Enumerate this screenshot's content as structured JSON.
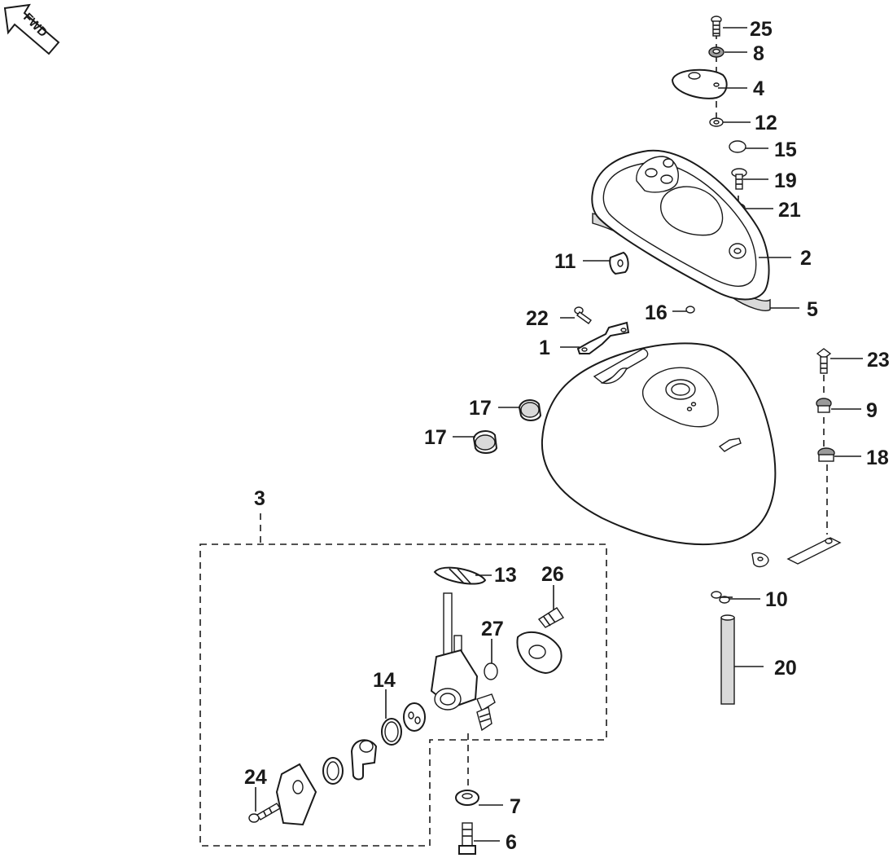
{
  "forward_arrow": {
    "label": "FWD",
    "icon": "forward-arrow-icon"
  },
  "group_label": "3",
  "callouts": [
    {
      "id": "c25",
      "label": "25"
    },
    {
      "id": "c8",
      "label": "8"
    },
    {
      "id": "c4",
      "label": "4"
    },
    {
      "id": "c12",
      "label": "12"
    },
    {
      "id": "c15",
      "label": "15"
    },
    {
      "id": "c19",
      "label": "19"
    },
    {
      "id": "c21",
      "label": "21"
    },
    {
      "id": "c2",
      "label": "2"
    },
    {
      "id": "c11",
      "label": "11"
    },
    {
      "id": "c5",
      "label": "5"
    },
    {
      "id": "c22",
      "label": "22"
    },
    {
      "id": "c16",
      "label": "16"
    },
    {
      "id": "c1",
      "label": "1"
    },
    {
      "id": "c23",
      "label": "23"
    },
    {
      "id": "c17a",
      "label": "17"
    },
    {
      "id": "c17b",
      "label": "17"
    },
    {
      "id": "c9",
      "label": "9"
    },
    {
      "id": "c18",
      "label": "18"
    },
    {
      "id": "c13",
      "label": "13"
    },
    {
      "id": "c26",
      "label": "26"
    },
    {
      "id": "c27",
      "label": "27"
    },
    {
      "id": "c14",
      "label": "14"
    },
    {
      "id": "c10",
      "label": "10"
    },
    {
      "id": "c20",
      "label": "20"
    },
    {
      "id": "c24",
      "label": "24"
    },
    {
      "id": "c7",
      "label": "7"
    },
    {
      "id": "c6",
      "label": "6"
    }
  ]
}
